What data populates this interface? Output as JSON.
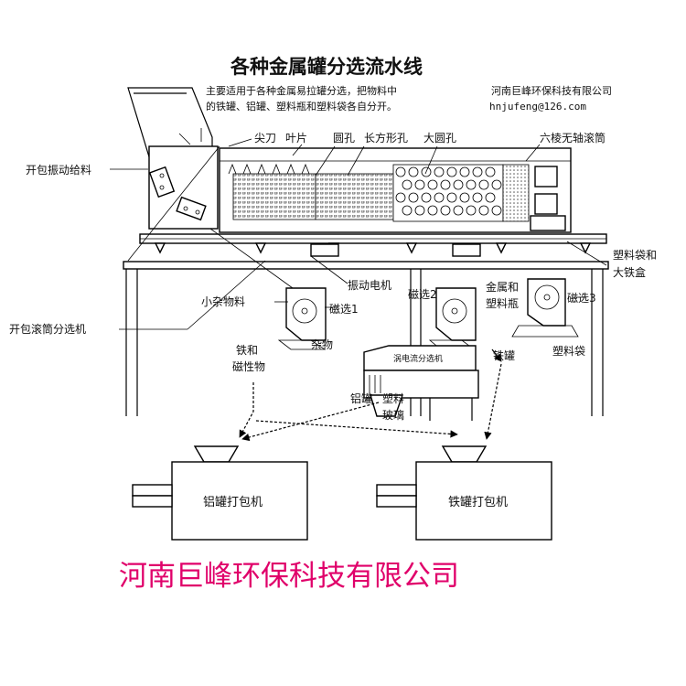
{
  "title": "各种金属罐分选流水线",
  "description": {
    "line1": "主要适用于各种金属易拉罐分选，把物料中",
    "line2": "的铁罐、铝罐、塑料瓶和塑料袋各自分开。"
  },
  "company": {
    "name": "河南巨峰环保科技有限公司",
    "email": "hnjufeng@126.com"
  },
  "labels": {
    "feeder": "开包振动给料",
    "sharp_knife": "尖刀",
    "blade": "叶片",
    "round_hole": "圆孔",
    "rect_hole": "长方形孔",
    "big_round_hole": "大圆孔",
    "hex_screen": "六棱无轴滚筒",
    "plastic_bag_iron_box_1": "塑料袋和",
    "plastic_bag_iron_box_2": "大铁盒",
    "vibration_motor": "振动电机",
    "small_debris": "小杂物料",
    "drum_sorter": "开包滚筒分选机",
    "magnet_1": "磁选1",
    "magnet_2": "磁选2",
    "magnet_3": "磁选3",
    "metal_plastic_1": "金属和",
    "metal_plastic_2": "塑料瓶",
    "debris": "杂物",
    "iron_magnetic_1": "铁和",
    "iron_magnetic_2": "磁性物",
    "eddy_current": "涡电流分选机",
    "iron_can": "铁罐",
    "plastic_bag": "塑料袋",
    "aluminum_can": "铝罐",
    "plastic_glass_1": "塑料",
    "plastic_glass_2": "玻璃",
    "aluminum_baler": "铝罐打包机",
    "iron_baler": "铁罐打包机"
  },
  "watermark": "河南巨峰环保科技有限公司"
}
